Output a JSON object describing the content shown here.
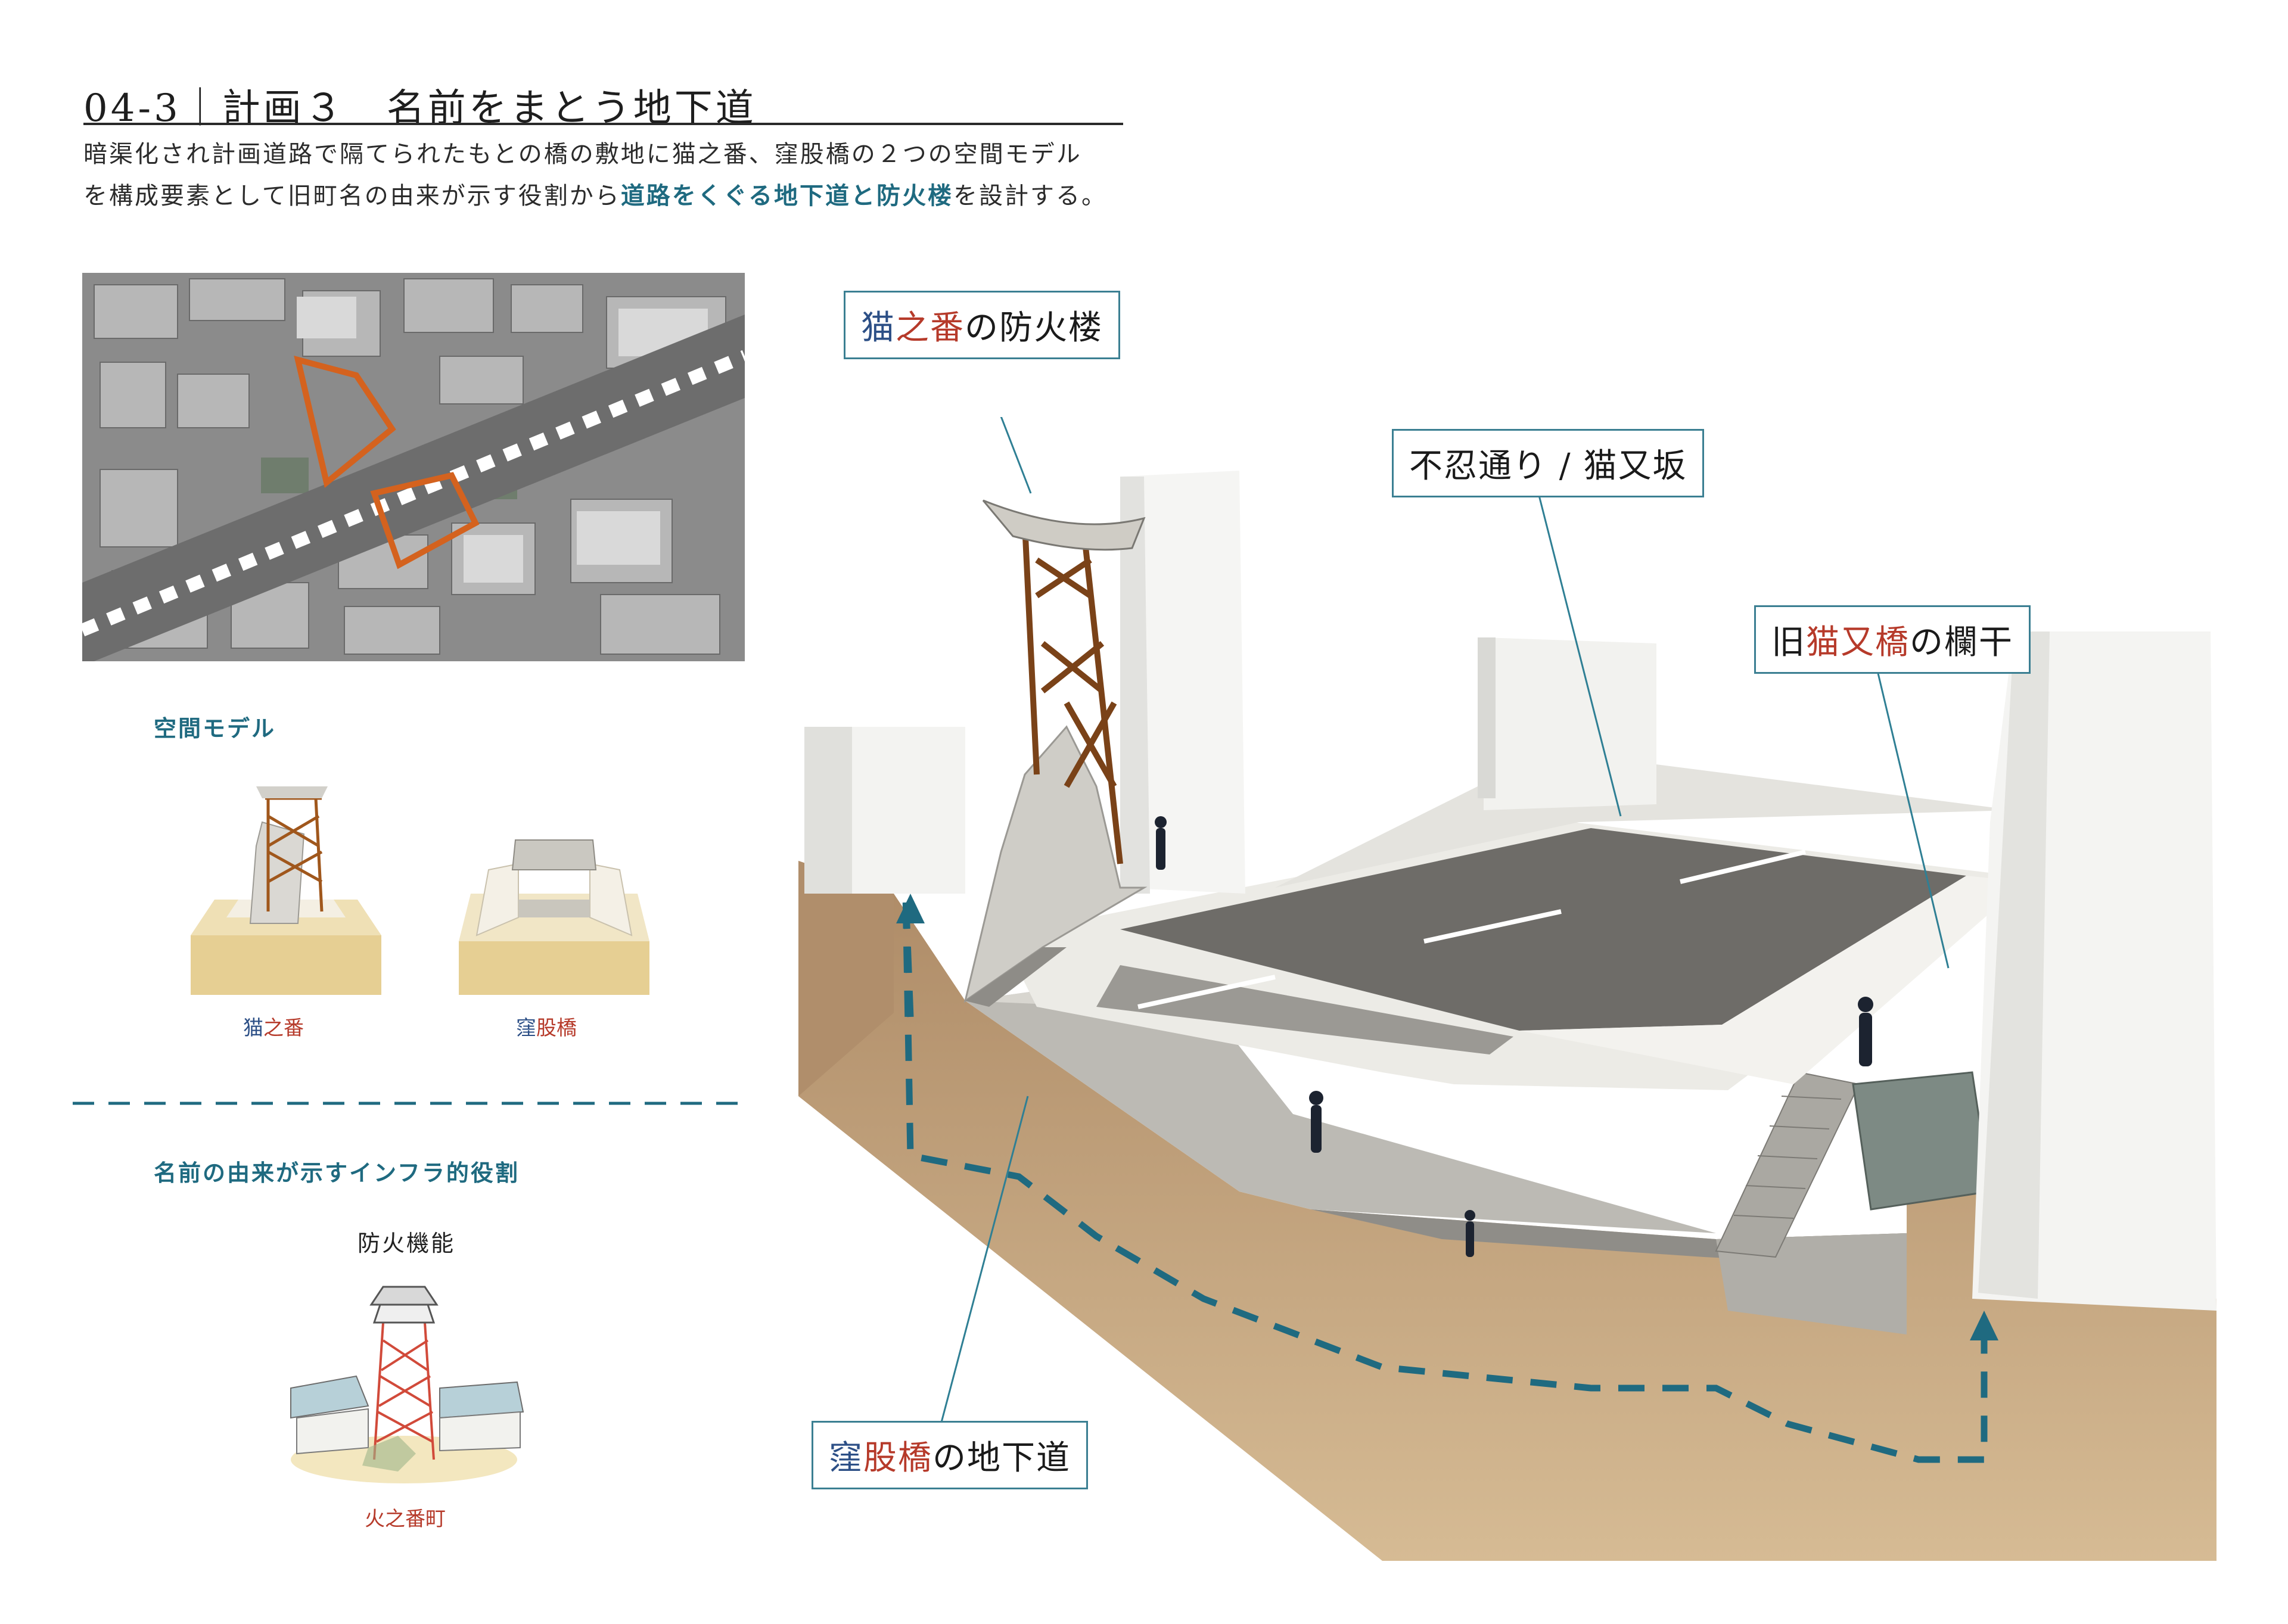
{
  "header": {
    "title": "04-3｜計画３　名前をまとう地下道",
    "lead_line1": "暗渠化され計画道路で隔てられたもとの橋の敷地に猫之番、窪股橋の２つの空間モデル",
    "lead_line2_pre": "を構成要素として旧町名の由来が示す役割から",
    "lead_line2_highlight": "道路をくぐる地下道と防火楼",
    "lead_line2_post": "を設計する。"
  },
  "left_panel": {
    "spatial_model_heading": "空間モデル",
    "models": [
      {
        "caption_a": "猫",
        "caption_b": "之番"
      },
      {
        "caption_a": "窪",
        "caption_b": "股橋"
      }
    ],
    "infra_heading": "名前の由来が示すインフラ的役割",
    "fire_function_heading": "防火機能",
    "fire_caption": "火之番町"
  },
  "callouts": {
    "tower": {
      "a": "猫",
      "b": "之番",
      "c": "の防火楼"
    },
    "road": {
      "text": "不忍通り / 猫又坂"
    },
    "railing": {
      "a": "旧",
      "b": "猫又橋",
      "c": "の欄干"
    },
    "underpass": {
      "a": "窪",
      "b": "股橋",
      "c": "の地下道"
    }
  },
  "colors": {
    "accent_teal": "#1f6a80",
    "accent_red": "#b63a2a",
    "accent_blue": "#2c4f86",
    "site_outline": "#d4621e"
  }
}
